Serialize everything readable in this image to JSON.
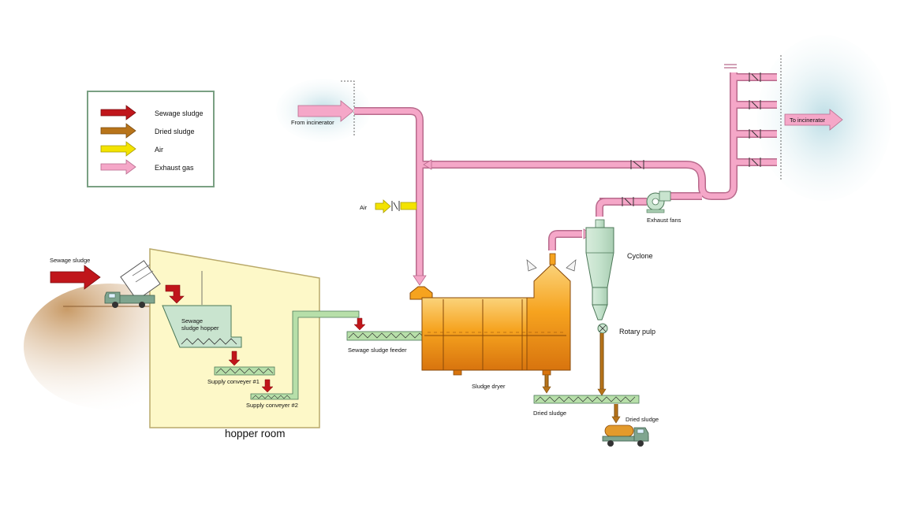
{
  "legend": {
    "items": [
      {
        "label": "Sewage sludge",
        "color": "#c0161b"
      },
      {
        "label": "Dried sludge",
        "color": "#b8741a"
      },
      {
        "label": "Air",
        "color": "#f3e300"
      },
      {
        "label": "Exhaust gas",
        "color": "#f5a7c8"
      }
    ]
  },
  "labels": {
    "sewage_sludge_input": "Sewage sludge",
    "hopper_line1": "Sewage",
    "hopper_line2": "sludge hopper",
    "supply_conveyer_1": "Supply conveyer #1",
    "supply_conveyer_2": "Supply conveyer #2",
    "hopper_room": "hopper room",
    "feeder": "Sewage sludge feeder",
    "sludge_dryer": "Sludge dryer",
    "dried_sludge_conveyor": "Dried sludge",
    "dried_sludge_truck": "Dried sludge",
    "from_incinerator": "From incinerator",
    "air": "Air",
    "cyclone": "Cyclone",
    "rotary_pulp": "Rotary pulp",
    "exhaust_fans": "Exhaust fans",
    "to_incinerator": "To incinerator"
  },
  "colors": {
    "sewage": "#c0161b",
    "dried": "#b8741a",
    "air": "#f3e300",
    "exhaust": "#f5a7c8",
    "conveyor": "#b7dfa9",
    "room": "#fdf8c8",
    "dryer": "#f6a31f",
    "equipment": "#c9e4cf"
  }
}
